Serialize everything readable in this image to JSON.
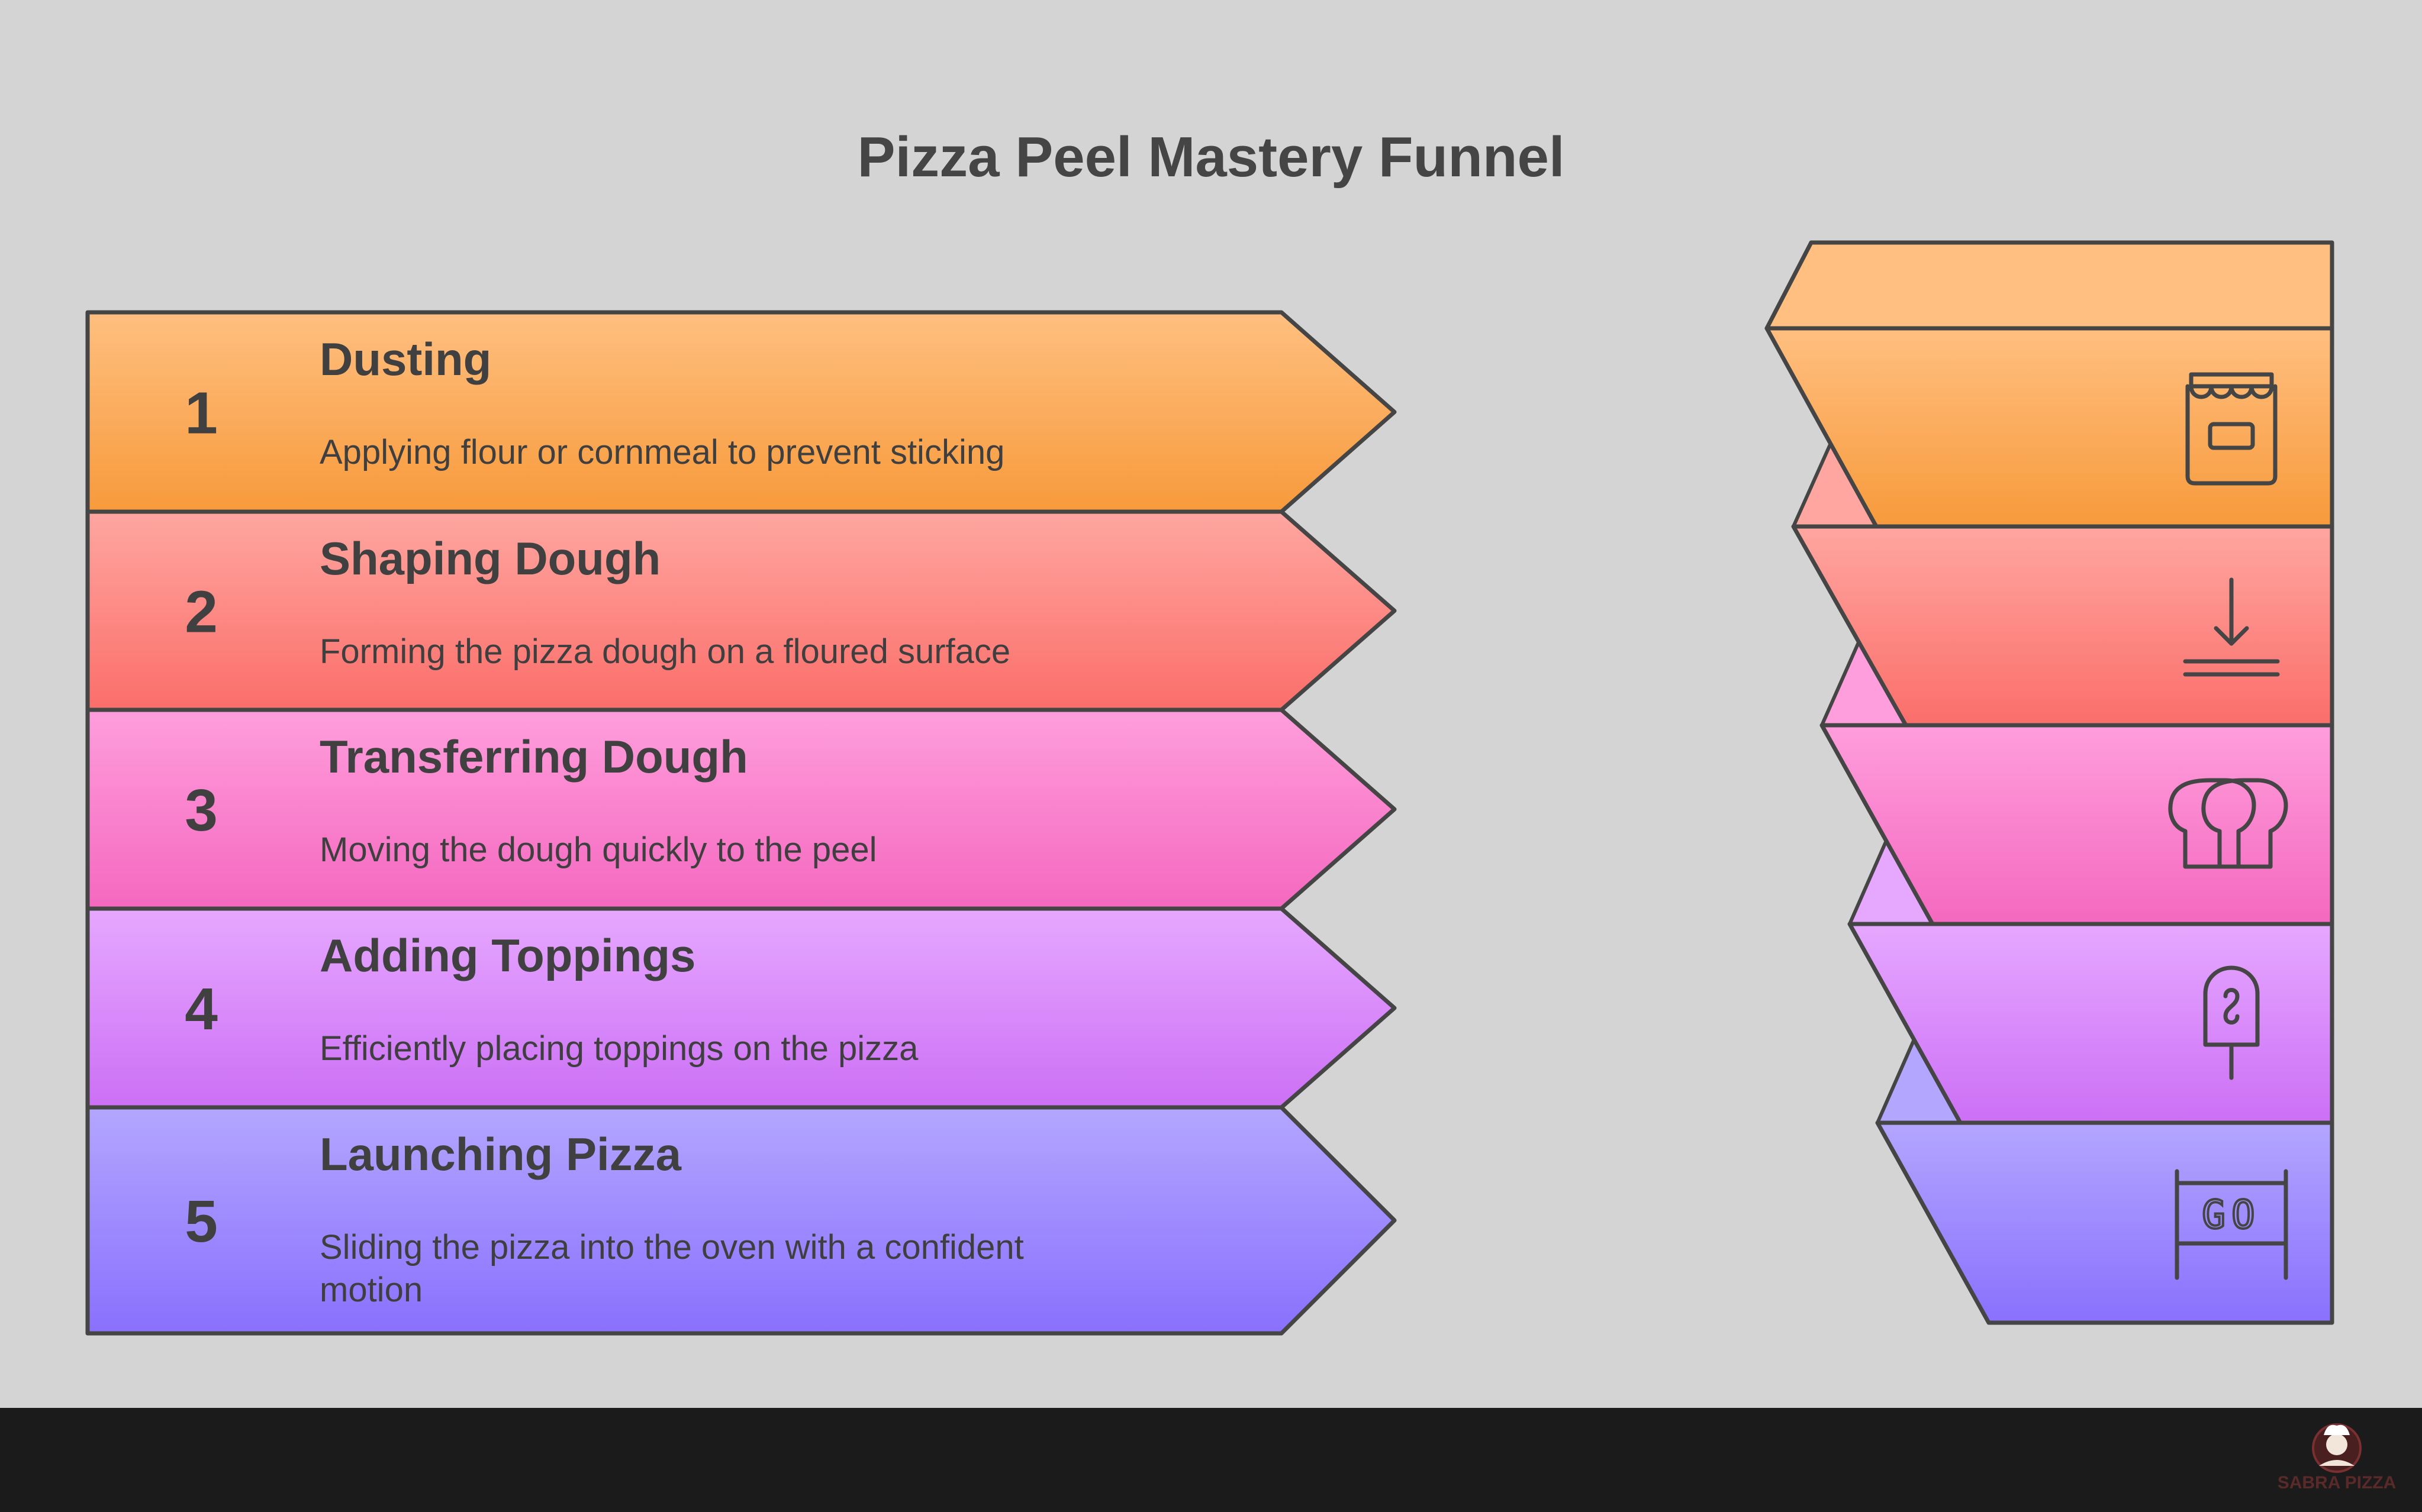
{
  "title": "Pizza Peel Mastery Funnel",
  "colors": {
    "background": "#d4d4d4",
    "footer": "#1b1b1b",
    "outline": "#454545",
    "text": "#404040"
  },
  "steps": [
    {
      "number": "1",
      "title": "Dusting",
      "description_lines": [
        "Applying flour or cornmeal to prevent sticking"
      ],
      "icon": "storefront-jar-icon",
      "color_top": "#ffbf80",
      "color_bottom": "#f79a3b"
    },
    {
      "number": "2",
      "title": "Shaping Dough",
      "description_lines": [
        "Forming the pizza dough on a floured surface"
      ],
      "icon": "arrow-down-to-surface-icon",
      "color_top": "#ffa6a0",
      "color_bottom": "#fb6e6a"
    },
    {
      "number": "3",
      "title": "Transferring Dough",
      "description_lines": [
        "Moving the dough quickly to the peel"
      ],
      "icon": "bread-loaf-icon",
      "color_top": "#ff9edc",
      "color_bottom": "#f468bf"
    },
    {
      "number": "4",
      "title": "Adding Toppings",
      "description_lines": [
        "Efficiently placing toppings on the pizza"
      ],
      "icon": "popsicle-icon",
      "color_top": "#e6a8ff",
      "color_bottom": "#cc6ff5"
    },
    {
      "number": "5",
      "title": "Launching Pizza",
      "description_lines": [
        "Sliding the pizza into the oven with a confident",
        "motion"
      ],
      "icon": "go-sign-icon",
      "color_top": "#b3a6ff",
      "color_bottom": "#8a70fd"
    }
  ],
  "funnel_top_color": "#ffbf80",
  "logo": {
    "text": "SABRA PIZZA",
    "icon": "chef-logo-icon"
  }
}
